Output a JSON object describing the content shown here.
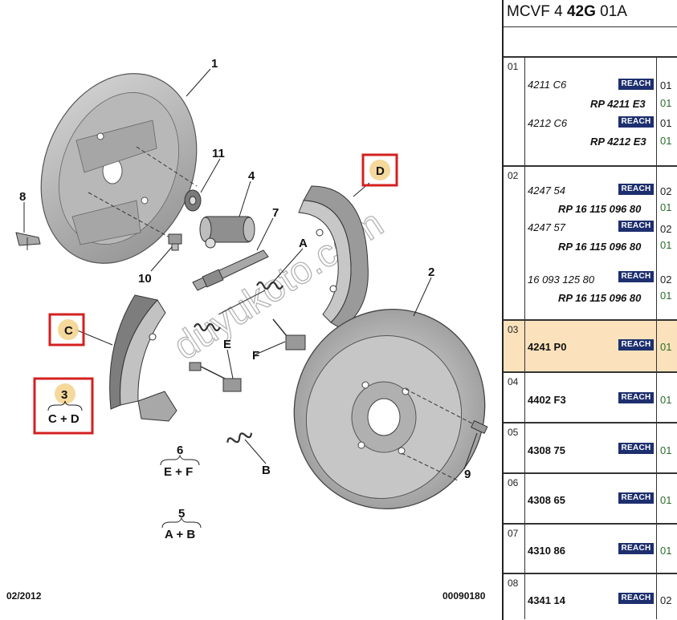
{
  "diagram": {
    "callouts": [
      "1",
      "11",
      "4",
      "7",
      "8",
      "10",
      "A",
      "2",
      "E",
      "F",
      "B",
      "9",
      "6",
      "5"
    ],
    "group_keys": [
      "C",
      "D"
    ],
    "kit_3": {
      "num": "3",
      "label": "C + D"
    },
    "kit_6": {
      "num": "6",
      "label": "E + F"
    },
    "kit_5": {
      "num": "5",
      "label": "A + B"
    },
    "watermark": "duyukoto.com"
  },
  "footer": {
    "date": "02/2012",
    "code": "00090180"
  },
  "panel": {
    "header": {
      "pre": "MCVF 4 ",
      "bold": "42G",
      "post": " 01A"
    },
    "groups": [
      {
        "num": "01",
        "rows": [
          {
            "ref": "4211 C6",
            "style": "it",
            "badge": "REACH",
            "qty": "01"
          },
          {
            "ref": "RP 4211 E3",
            "style": "bi",
            "qty": "01"
          },
          {
            "ref": "4212 C6",
            "style": "it",
            "badge": "REACH",
            "qty": "01"
          },
          {
            "ref": "RP 4212 E3",
            "style": "bi",
            "qty": "01"
          }
        ]
      },
      {
        "num": "02",
        "rows": [
          {
            "ref": "4247 54",
            "style": "it",
            "badge": "REACH",
            "qty": "02"
          },
          {
            "ref": "RP 16 115 096 80",
            "style": "bi",
            "qty": "01"
          },
          {
            "ref": "4247 57",
            "style": "it",
            "badge": "REACH",
            "qty": "02"
          },
          {
            "ref": "RP 16 115 096 80",
            "style": "bi",
            "qty": "01"
          },
          {
            "ref": "16 093 125 80",
            "style": "it",
            "badge": "REACH",
            "qty": "02"
          },
          {
            "ref": "RP 16 115 096 80",
            "style": "bi",
            "qty": "01"
          }
        ]
      },
      {
        "num": "03",
        "highlight": true,
        "rows": [
          {
            "ref": "4241 P0",
            "style": "b",
            "badge": "REACH",
            "qty": "01"
          }
        ]
      },
      {
        "num": "04",
        "rows": [
          {
            "ref": "4402 F3",
            "style": "b",
            "badge": "REACH",
            "qty": "01"
          }
        ]
      },
      {
        "num": "05",
        "rows": [
          {
            "ref": "4308 75",
            "style": "b",
            "badge": "REACH",
            "qty": "01"
          }
        ]
      },
      {
        "num": "06",
        "rows": [
          {
            "ref": "4308 65",
            "style": "b",
            "badge": "REACH",
            "qty": "01"
          }
        ]
      },
      {
        "num": "07",
        "rows": [
          {
            "ref": "4310 86",
            "style": "b",
            "badge": "REACH",
            "qty": "01"
          }
        ]
      },
      {
        "num": "08",
        "rows": [
          {
            "ref": "4341 14",
            "style": "b",
            "badge": "REACH",
            "qty": "02"
          }
        ]
      }
    ]
  }
}
